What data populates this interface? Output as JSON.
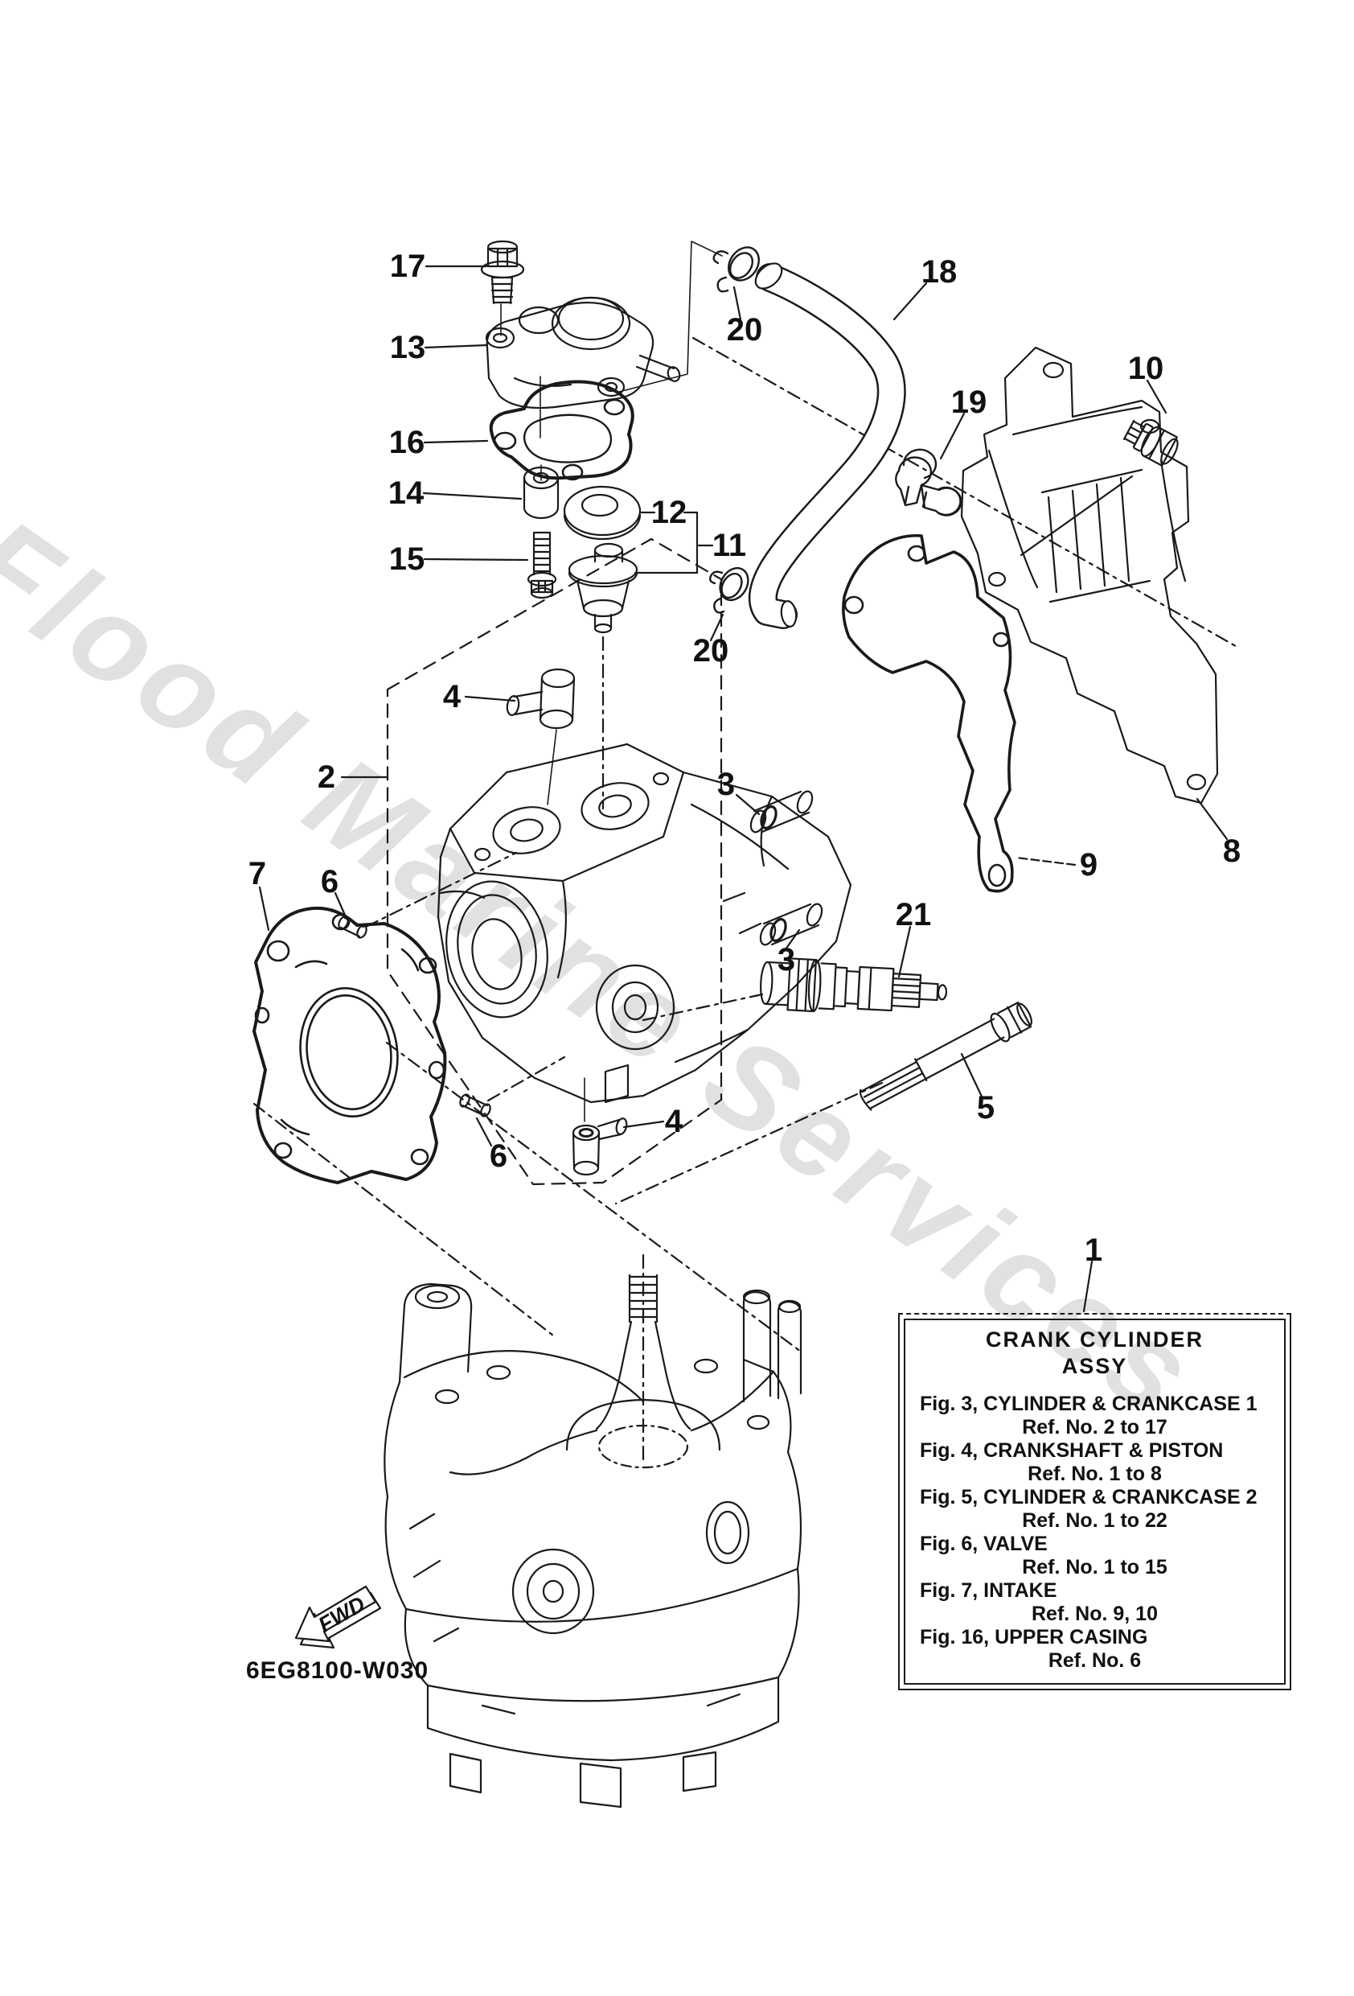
{
  "watermark": {
    "text": "Flood Marine Services",
    "color": "#e1e1e1"
  },
  "footer": {
    "drawing_code": "6EG8100-W030",
    "fwd_label": "FWD"
  },
  "info_box": {
    "title_line1": "CRANK CYLINDER",
    "title_line2": "ASSY",
    "entries": [
      {
        "fig": "Fig. 3, CYLINDER & CRANKCASE 1",
        "ref": "Ref. No. 2 to 17"
      },
      {
        "fig": "Fig. 4, CRANKSHAFT & PISTON",
        "ref": "Ref. No. 1 to 8"
      },
      {
        "fig": "Fig. 5, CYLINDER & CRANKCASE 2",
        "ref": "Ref. No. 1 to 22"
      },
      {
        "fig": "Fig. 6, VALVE",
        "ref": "Ref. No. 1 to 15"
      },
      {
        "fig": "Fig. 7, INTAKE",
        "ref": "Ref. No. 9, 10"
      },
      {
        "fig": "Fig. 16, UPPER CASING",
        "ref": "Ref. No. 6"
      }
    ]
  },
  "part_labels": {
    "p1": "1",
    "p2": "2",
    "p3a": "3",
    "p3b": "3",
    "p4a": "4",
    "p4b": "4",
    "p5": "5",
    "p6a": "6",
    "p6b": "6",
    "p7": "7",
    "p8": "8",
    "p9": "9",
    "p10": "10",
    "p11": "11",
    "p12": "12",
    "p13": "13",
    "p14": "14",
    "p15": "15",
    "p16": "16",
    "p17": "17",
    "p18": "18",
    "p19": "19",
    "p20a": "20",
    "p20b": "20",
    "p21": "21"
  }
}
